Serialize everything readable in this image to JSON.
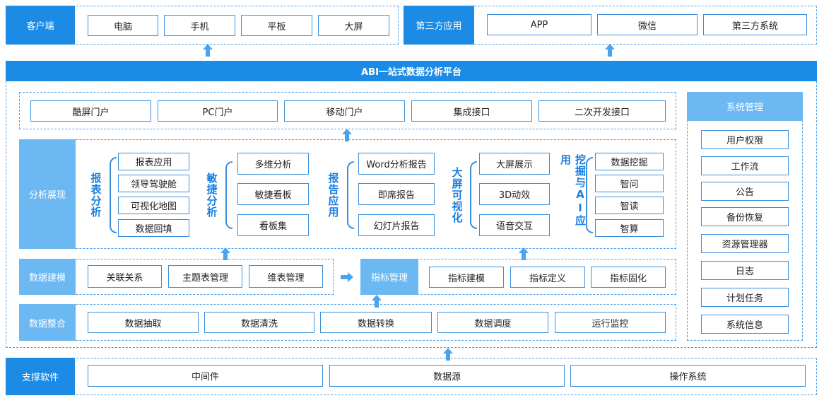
{
  "client": {
    "label": "客户端",
    "items": [
      "电脑",
      "手机",
      "平板",
      "大屏"
    ]
  },
  "third_party": {
    "label": "第三方应用",
    "items": [
      "APP",
      "微信",
      "第三方系统"
    ]
  },
  "platform_title": "ABI一站式数据分析平台",
  "portal_items": [
    "酷屏门户",
    "PC门户",
    "移动门户",
    "集成接口",
    "二次开发接口"
  ],
  "analysis": {
    "label": "分析展现",
    "groups": [
      {
        "title": "报表分析",
        "items": [
          "报表应用",
          "领导驾驶舱",
          "可视化地图",
          "数据回填"
        ]
      },
      {
        "title": "敏捷分析",
        "items": [
          "多维分析",
          "敏捷看板",
          "看板集"
        ]
      },
      {
        "title": "报告应用",
        "items": [
          "Word分析报告",
          "即席报告",
          "幻灯片报告"
        ]
      },
      {
        "title": "大屏可视化",
        "items": [
          "大屏展示",
          "3D动效",
          "语音交互"
        ]
      },
      {
        "title": "挖掘与AI应用",
        "items": [
          "数据挖掘",
          "智问",
          "智读",
          "智算"
        ]
      }
    ]
  },
  "modeling": {
    "label": "数据建模",
    "items": [
      "关联关系",
      "主题表管理",
      "维表管理"
    ]
  },
  "metrics": {
    "label": "指标管理",
    "items": [
      "指标建模",
      "指标定义",
      "指标固化"
    ]
  },
  "integration": {
    "label": "数据整合",
    "items": [
      "数据抽取",
      "数据清洗",
      "数据转换",
      "数据调度",
      "运行监控"
    ]
  },
  "system": {
    "label": "系统管理",
    "items": [
      "用户权限",
      "工作流",
      "公告",
      "备份恢复",
      "资源管理器",
      "日志",
      "计划任务",
      "系统信息"
    ]
  },
  "support": {
    "label": "支撑软件",
    "items": [
      "中间件",
      "数据源",
      "操作系统"
    ]
  },
  "colors": {
    "primary": "#1b8be6",
    "light": "#6cb8f2",
    "border": "#3a8fdc",
    "title_text": "#1b7fe0"
  },
  "icons": {
    "up_arrow": "arrow-up-icon",
    "right_arrow": "arrow-right-icon"
  }
}
